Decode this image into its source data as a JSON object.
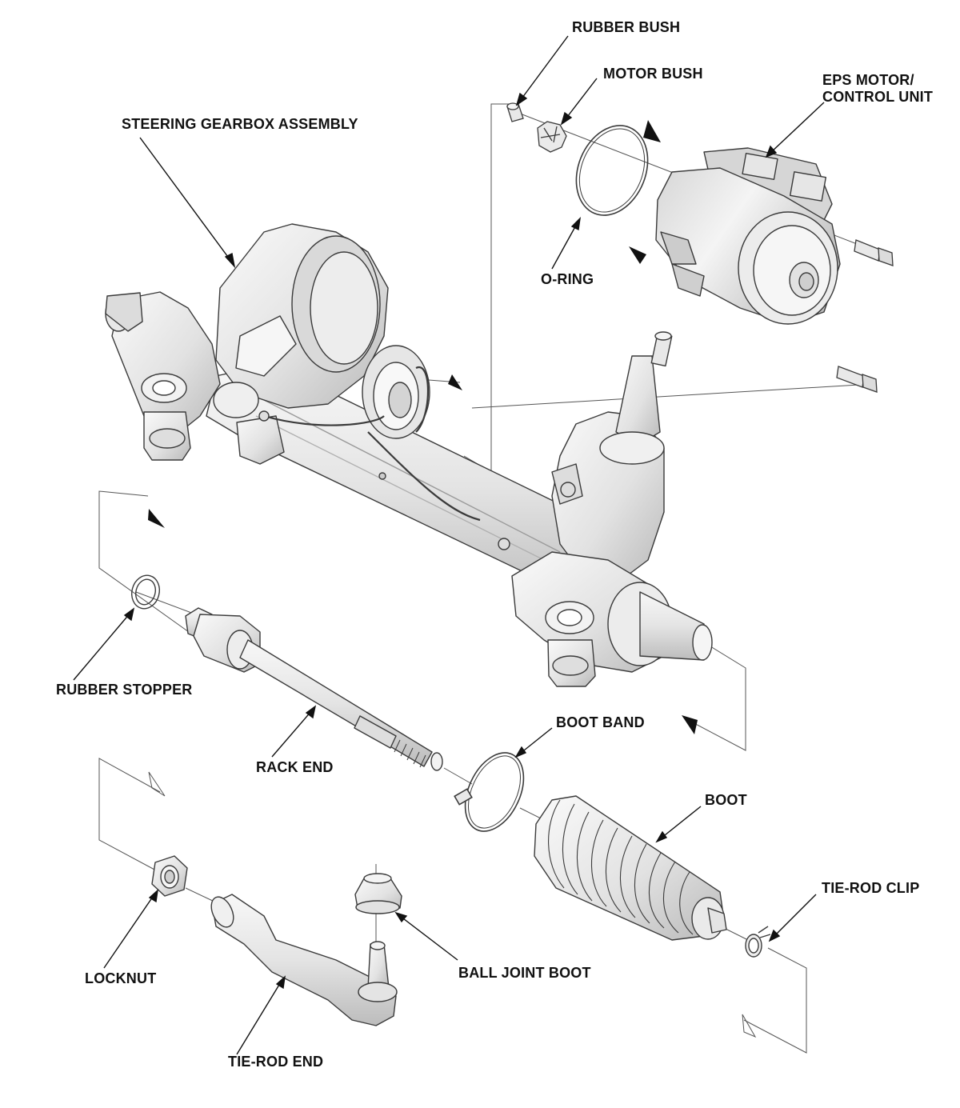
{
  "colors": {
    "outline": "#3a3a3a",
    "part_fill": "#e9e9e9",
    "part_shade": "#c4c4c4",
    "leader": "#111111",
    "guide": "#555555"
  },
  "labels": {
    "steering_gearbox": "STEERING GEARBOX ASSEMBLY",
    "rubber_bush": "RUBBER BUSH",
    "motor_bush": "MOTOR BUSH",
    "eps_motor_line1": "EPS MOTOR/",
    "eps_motor_line2": "CONTROL UNIT",
    "o_ring": "O-RING",
    "rubber_stopper": "RUBBER STOPPER",
    "rack_end": "RACK END",
    "boot_band": "BOOT BAND",
    "boot": "BOOT",
    "tie_rod_clip": "TIE-ROD CLIP",
    "locknut": "LOCKNUT",
    "ball_joint_boot": "BALL JOINT BOOT",
    "tie_rod_end": "TIE-ROD END"
  }
}
